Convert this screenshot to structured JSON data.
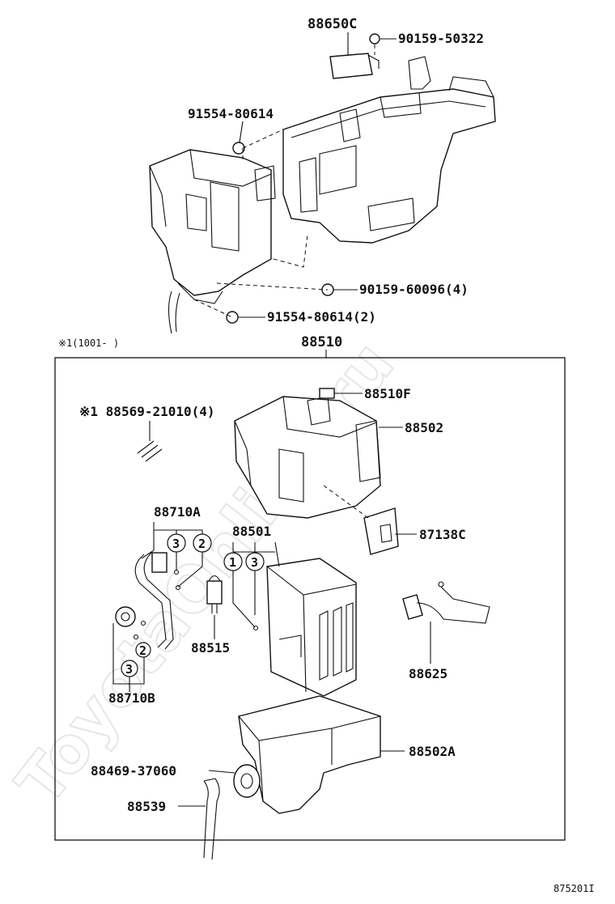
{
  "watermark": "ToyotaOnline.ru",
  "note": "※1(1001-     )",
  "figure_id": "875201I",
  "assembly": {
    "number": "88510"
  },
  "labels": {
    "top_sensor": "88650C",
    "top_sensor_screw": "90159-50322",
    "top_bolt": "91554-80614",
    "screw_4": "90159-60096(4)",
    "bolt_2": "91554-80614(2)",
    "clamp": "※1 88569-21010(4)",
    "connector_f": "88510F",
    "case_upper": "88502",
    "resistor": "87138C",
    "evaporator": "88501",
    "pipe_a": "88710A",
    "valve": "88515",
    "pipe_b": "88710B",
    "wire": "88625",
    "case_lower": "88502A",
    "grommet": "88469-37060",
    "hose": "88539"
  },
  "callouts": {
    "c1": "1",
    "c2": "2",
    "c3": "3"
  }
}
